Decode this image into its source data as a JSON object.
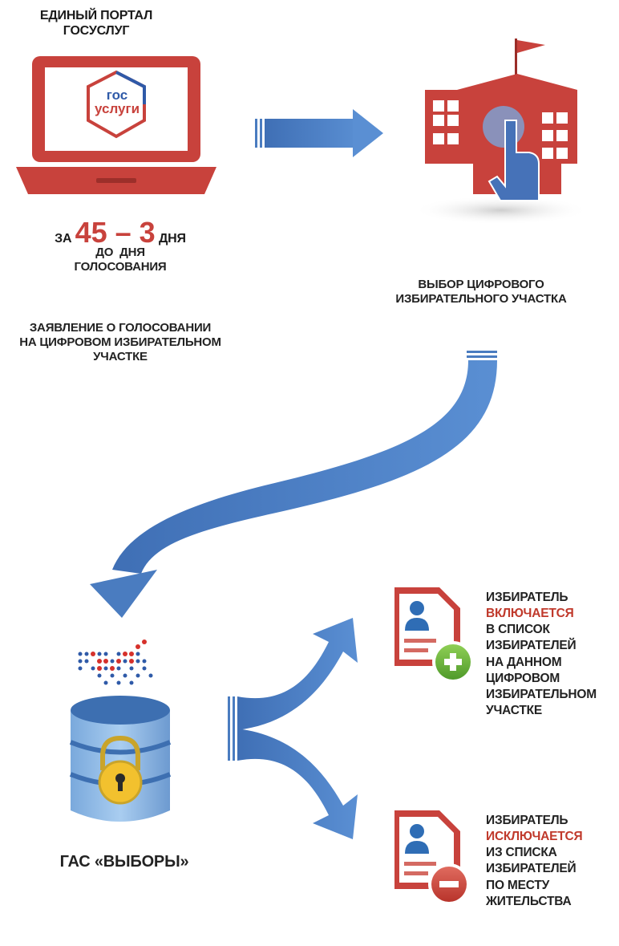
{
  "portal": {
    "title_line1": "ЕДИНЫЙ ПОРТАЛ",
    "title_line2": "ГОСУСЛУГ",
    "logo_line1": "гос",
    "logo_line2": "услуги"
  },
  "timing": {
    "prefix": "ЗА",
    "range": "45 – 3",
    "suffix": "ДНЯ",
    "line2": "ДО  ДНЯ",
    "line3": "ГОЛОСОВАНИЯ"
  },
  "application": {
    "line1": "ЗАЯВЛЕНИЕ О ГОЛОСОВАНИИ",
    "line2": "НА ЦИФРОВОМ ИЗБИРАТЕЛЬНОМ",
    "line3": "УЧАСТКЕ"
  },
  "selection": {
    "line1": "ВЫБОР ЦИФРОВОГО",
    "line2": "ИЗБИРАТЕЛЬНОГО УЧАСТКА"
  },
  "gas": {
    "label": "ГАС «ВЫБОРЫ»"
  },
  "include": {
    "line1": "ИЗБИРАТЕЛЬ",
    "highlight": "ВКЛЮЧАЕТСЯ",
    "line3": "В СПИСОК",
    "line4": "ИЗБИРАТЕЛЕЙ",
    "line5": "НА ДАННОМ",
    "line6": "ЦИФРОВОМ",
    "line7": "ИЗБИРАТЕЛЬНОМ",
    "line8": "УЧАСТКЕ"
  },
  "exclude": {
    "line1": "ИЗБИРАТЕЛЬ",
    "highlight": "ИСКЛЮЧАЕТСЯ",
    "line3": "ИЗ СПИСКА",
    "line4": "ИЗБИРАТЕЛЕЙ",
    "line5": "ПО МЕСТУ",
    "line6": "ЖИТЕЛЬСТВА"
  },
  "colors": {
    "accent_red": "#c8423c",
    "arrow_blue": "#4a7cc0",
    "laptop_red": "#c8423c",
    "plus_green": "#6cb33f"
  }
}
